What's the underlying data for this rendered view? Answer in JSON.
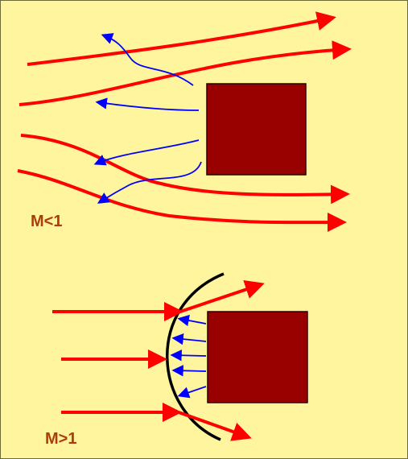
{
  "panels": {
    "subsonic": {
      "label": "M<1"
    },
    "supersonic": {
      "label": "M>1"
    }
  },
  "colors": {
    "background": "#FFF59E",
    "body": "#990000",
    "main_flow": "#FF0000",
    "pressure_signal": "#0000FF",
    "shock": "#000000",
    "label": "#B03A0F"
  },
  "icons": {
    "body": "square-block",
    "flow_arrow": "red-arrow",
    "signal_arrow": "blue-arrow",
    "shock": "bow-shock-curve"
  }
}
